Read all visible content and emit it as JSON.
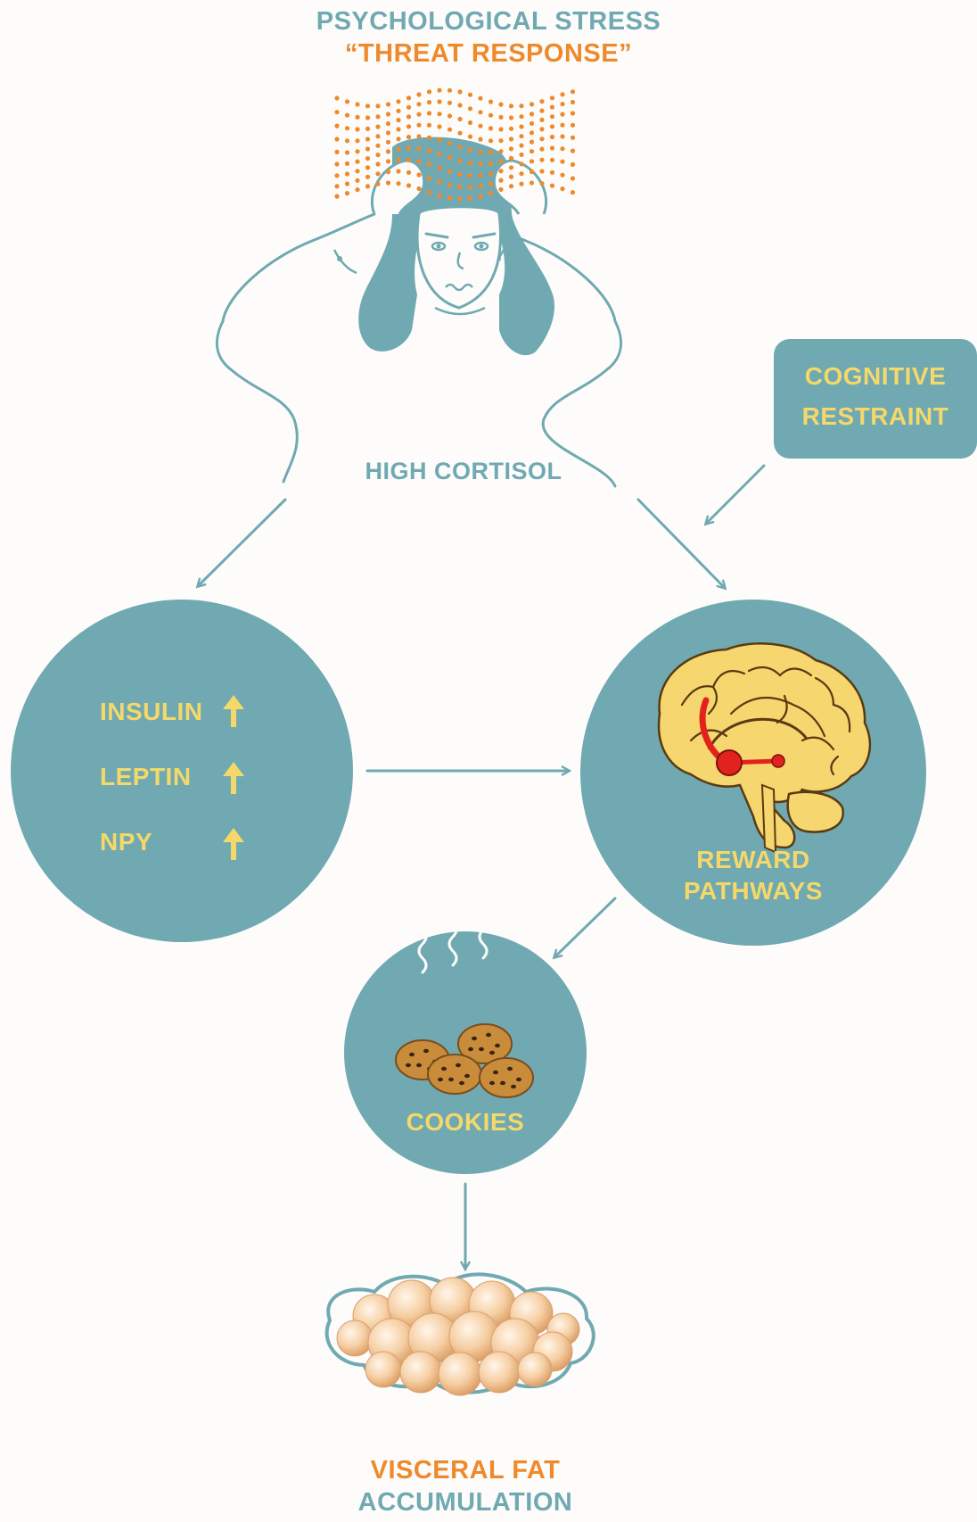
{
  "header": {
    "title_line1": "PSYCHOLOGICAL STRESS",
    "title_line2": "“THREAT RESPONSE”"
  },
  "nodes": {
    "high_cortisol": "HIGH CORTISOL",
    "cognitive_restraint": [
      "COGNITIVE",
      "RESTRAINT"
    ],
    "hormones": [
      {
        "label": "INSULIN",
        "trend_icon": "arrow-up-icon"
      },
      {
        "label": "LEPTIN",
        "trend_icon": "arrow-up-icon"
      },
      {
        "label": "NPY",
        "trend_icon": "arrow-up-icon"
      }
    ],
    "reward_pathways": [
      "REWARD",
      "PATHWAYS"
    ],
    "cookies": "COOKIES",
    "visceral_fat": [
      "VISCERAL FAT",
      "ACCUMULATION"
    ]
  },
  "colors": {
    "teal": "#70a9b1",
    "teal_dark": "#5e9aa3",
    "orange": "#ee8a2c",
    "yellow": "#f4d96a",
    "brain_fill": "#f6d66e",
    "brain_red": "#e3221d",
    "cookie": "#c98c3b",
    "fat": "#f2c393",
    "background": "#fdfcfb"
  }
}
